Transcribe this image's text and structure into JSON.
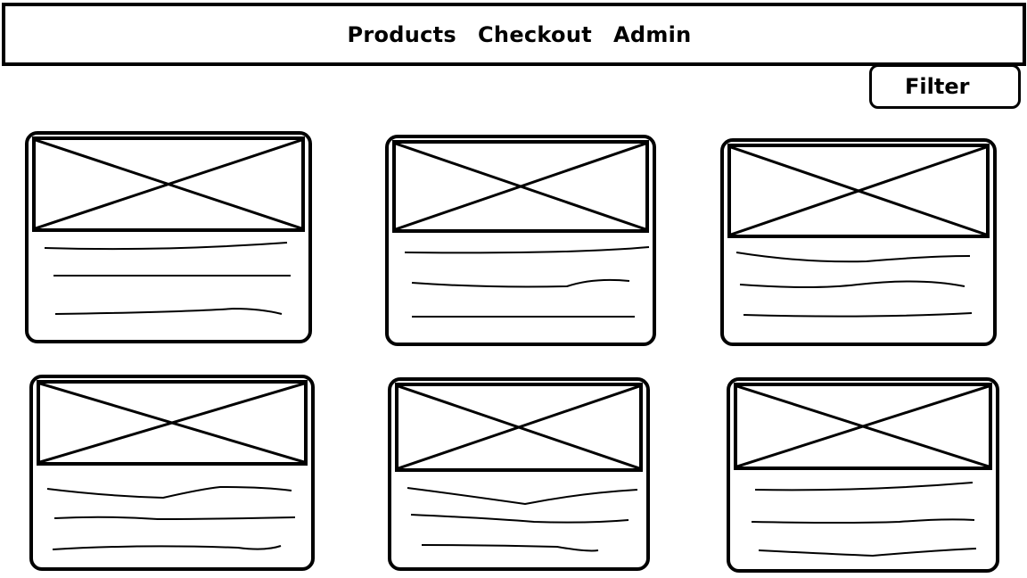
{
  "nav": {
    "items": [
      {
        "label": "Products"
      },
      {
        "label": "Checkout"
      },
      {
        "label": "Admin"
      }
    ]
  },
  "filter": {
    "label": "Filter"
  },
  "products": {
    "card_count": 6
  }
}
